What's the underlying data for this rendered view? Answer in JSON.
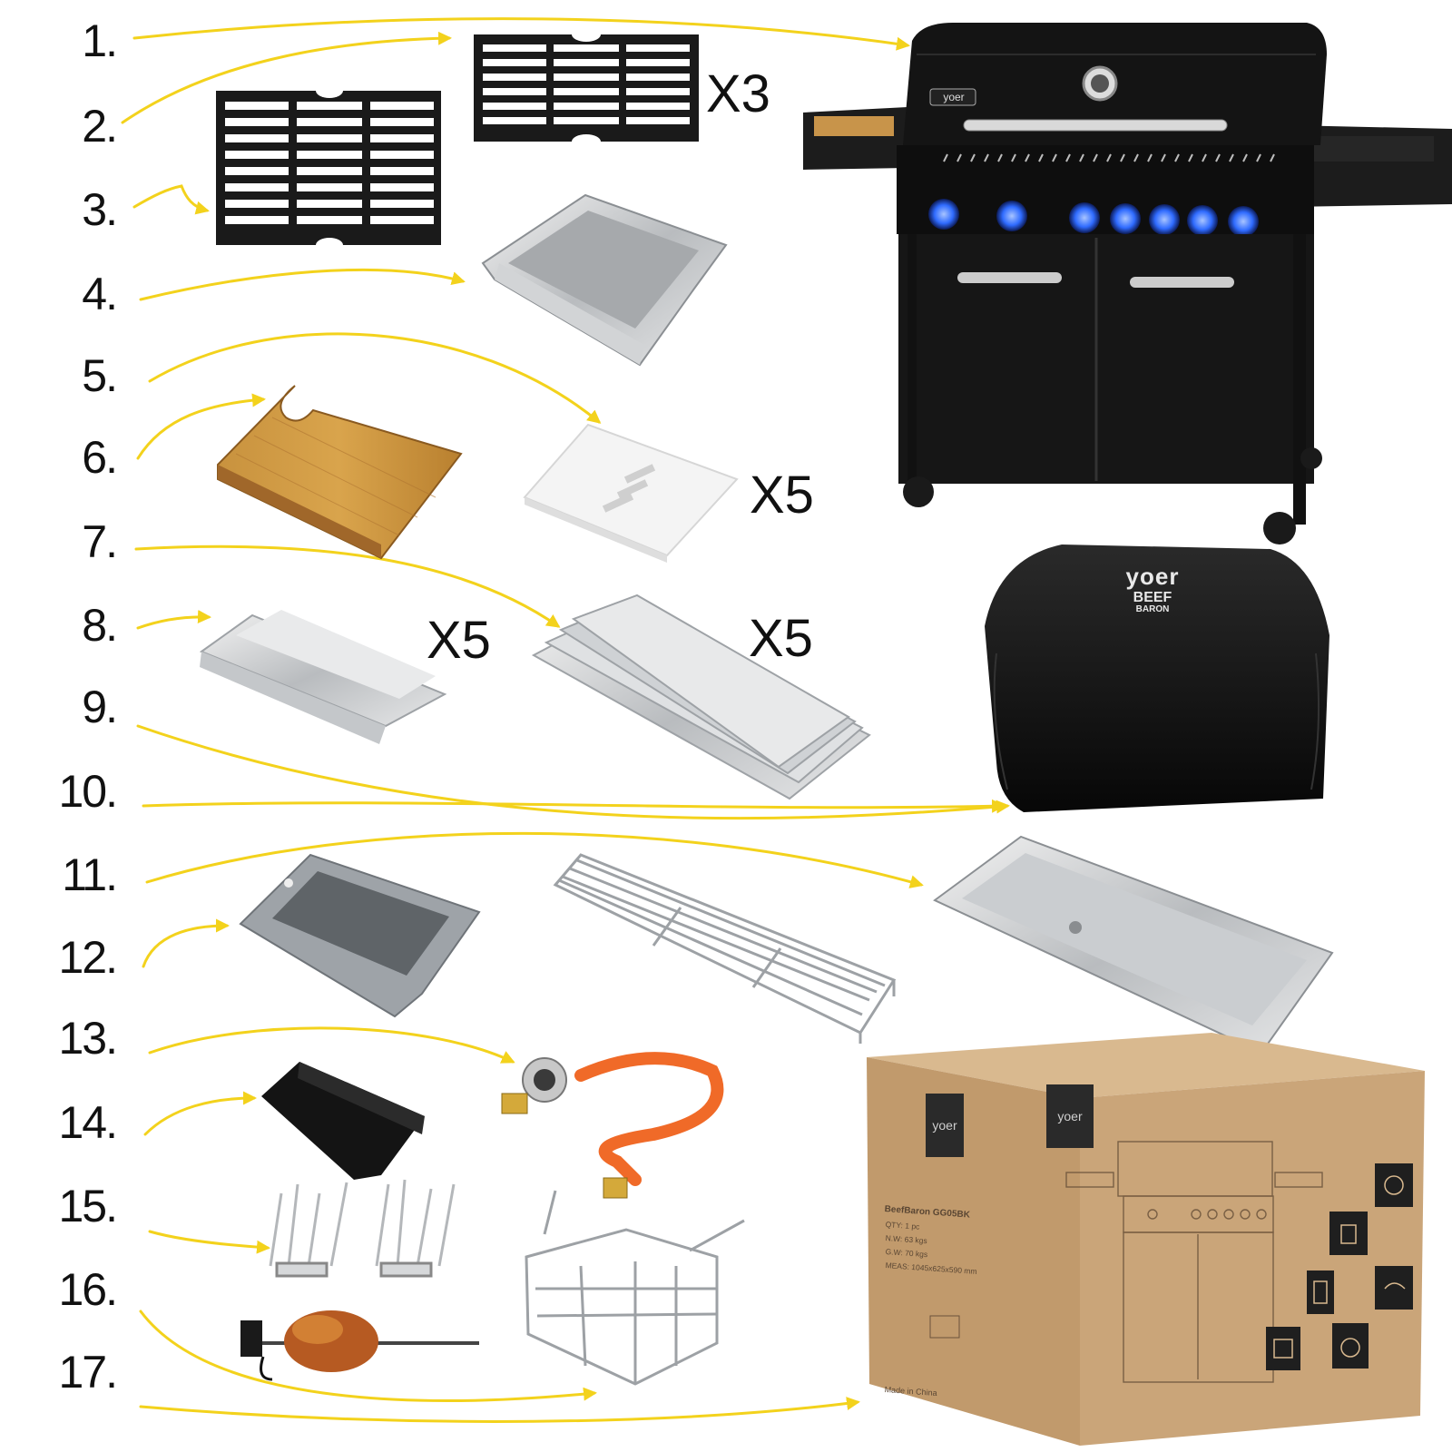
{
  "item_numbers": [
    "1.",
    "2.",
    "3.",
    "4.",
    "5.",
    "6.",
    "7.",
    "8.",
    "9.",
    "10.",
    "11.",
    "12.",
    "13.",
    "14.",
    "15.",
    "16.",
    "17."
  ],
  "quantities": {
    "small_grate": "X3",
    "flame_tamer": "X5",
    "heat_shield": "X5",
    "burner_cover": "X5"
  },
  "grill_logo": "yoer",
  "cover": {
    "brand": "yoer",
    "line1": "BEEF",
    "line2": "BARON"
  },
  "box": {
    "brand_left": "yoer",
    "brand_right": "yoer",
    "model": "BeefBaron GG05BK",
    "qty": "QTY: 1 pc",
    "nw": "N.W: 63 kgs",
    "gw": "G.W: 70 kgs",
    "meas": "MEAS: 1045x625x590 mm",
    "origin": "Made in China"
  },
  "colors": {
    "arrow": "#f3d21c",
    "knob_glow": "#2f6bff",
    "cardboard": "#c9a57a",
    "grill_body": "#141414"
  }
}
